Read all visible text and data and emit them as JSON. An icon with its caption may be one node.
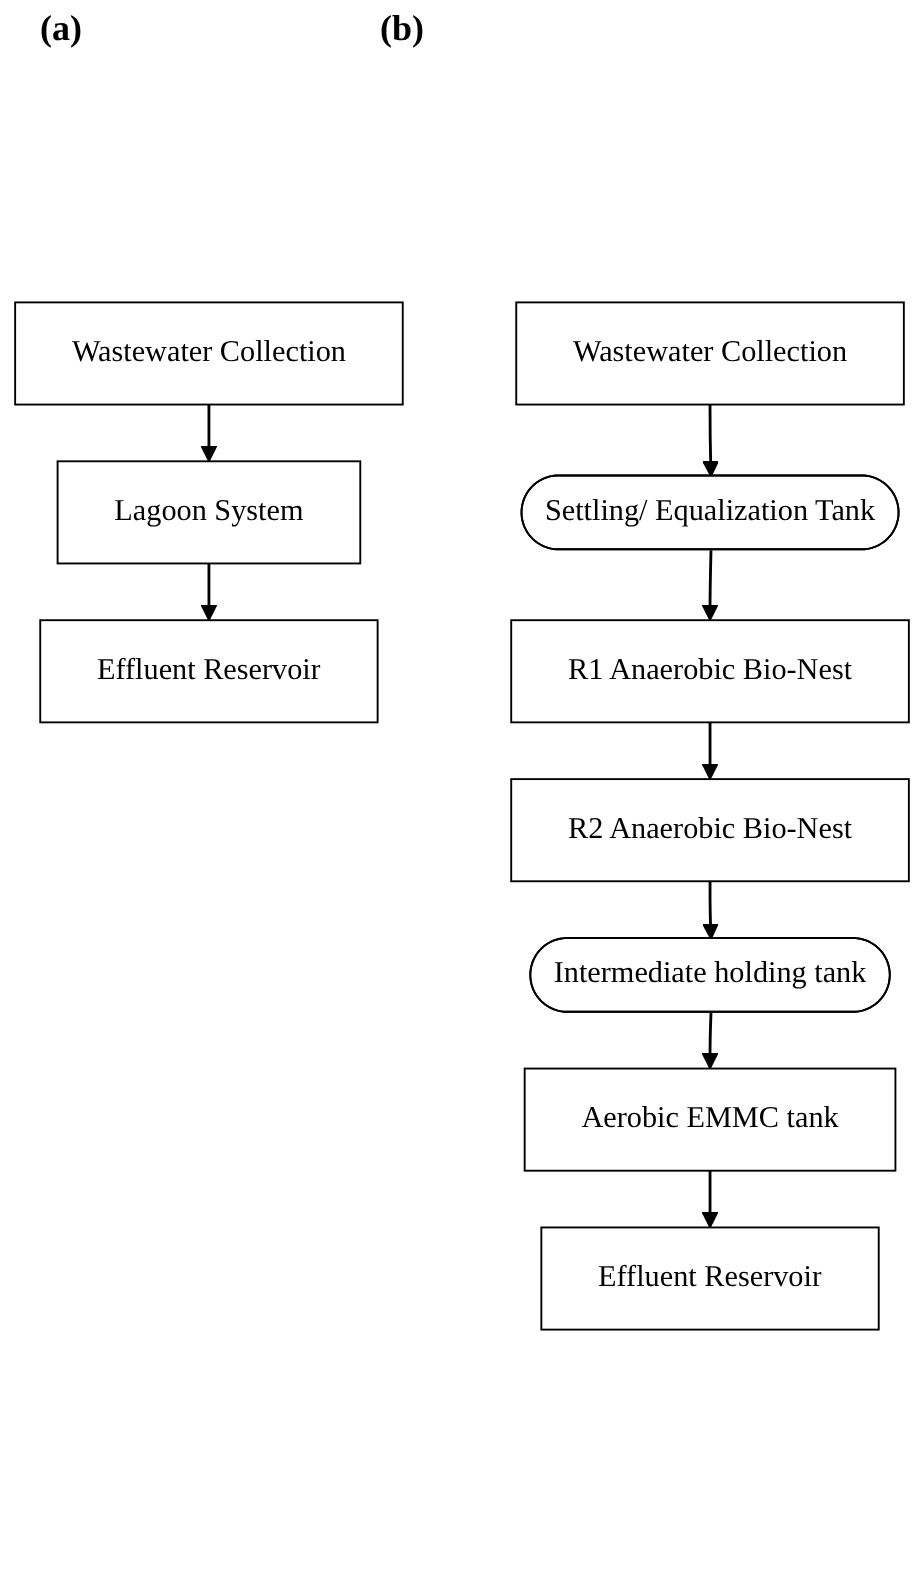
{
  "diagram": {
    "nodes": [
      {
        "text": [
          "Wastewater Collection"
        ]
      },
      {
        "text": [
          "Lagoon System"
        ]
      },
      {
        "text": [
          "Effluent Reservoir"
        ]
      },
      {
        "text": [
          "Wastewater Collection"
        ]
      },
      {
        "text": [
          "Settling/ Equalization Tank"
        ]
      },
      {
        "text": [
          "R1 Anaerobic Bio-Nest"
        ]
      },
      {
        "text": [
          "R2 Anaerobic Bio-Nest"
        ]
      },
      {
        "text": [
          "Intermediate holding tank"
        ]
      },
      {
        "text": [
          "Aerobic EMMC tank"
        ]
      },
      {
        "text": [
          "Effluent Reservoir"
        ]
      }
    ],
    "edges": [
      {
        "from": 0,
        "to": 1,
        "arrow": "to"
      },
      {
        "from": 1,
        "to": 2,
        "arrow": "to"
      },
      {
        "from": 3,
        "to": 4,
        "arrow": "to"
      },
      {
        "from": 4,
        "to": 5,
        "arrow": "to"
      },
      {
        "from": 5,
        "to": 6,
        "arrow": "to"
      },
      {
        "from": 6,
        "to": 7,
        "arrow": "to"
      },
      {
        "from": 7,
        "to": 8,
        "arrow": "to"
      },
      {
        "from": 8,
        "to": 9,
        "arrow": "to"
      }
    ],
    "labels": [
      "(a)",
      "(b)"
    ]
  }
}
